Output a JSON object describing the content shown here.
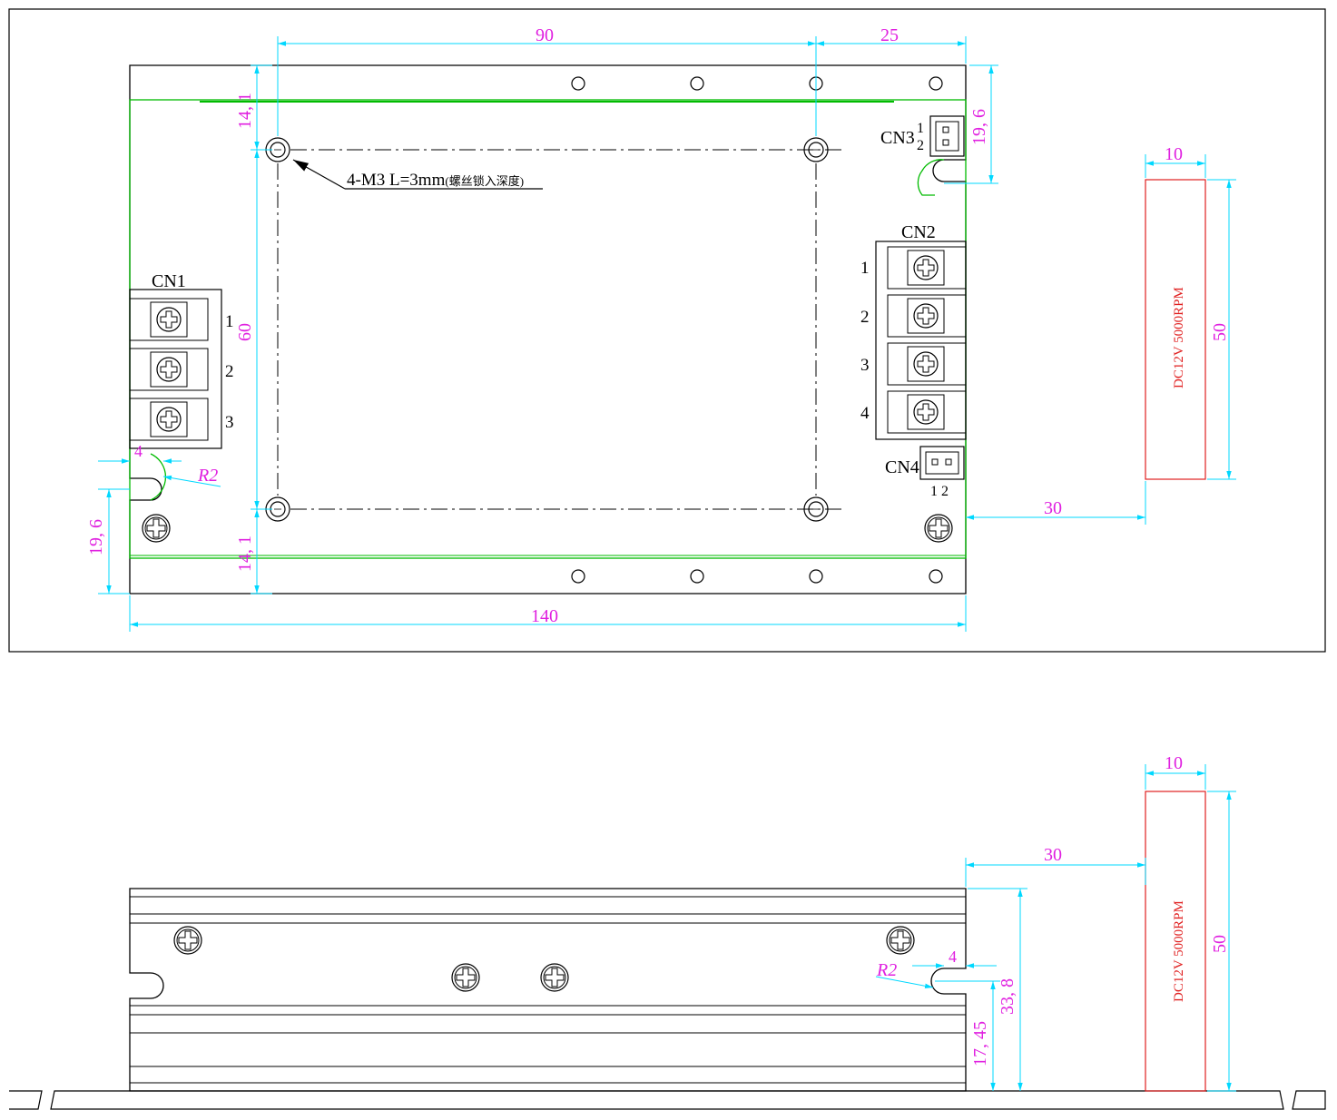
{
  "colors": {
    "outline": "#000000",
    "dimension_line": "#00d8ff",
    "dimension_text": "#e020e0",
    "pcb_edge": "#00bb00",
    "fan": "#e02020"
  },
  "top_view": {
    "dims": {
      "hole_spacing_x": "90",
      "right_offset": "25",
      "top_margin": "14, 1",
      "bottom_margin": "14, 1",
      "hole_spacing_y": "60",
      "overall_length": "140",
      "slot_width": "4",
      "slot_radius": "R2",
      "slot_height": "19, 6",
      "cn3_offset": "19, 6",
      "fan_gap": "30",
      "fan_thickness": "10",
      "fan_size": "50"
    },
    "mounting_note": {
      "main": "4-M3  L=3mm",
      "sub": "(螺丝锁入深度)"
    },
    "cn1": {
      "label": "CN1",
      "pins": [
        "1",
        "2",
        "3"
      ]
    },
    "cn2": {
      "label": "CN2",
      "pins": [
        "1",
        "2",
        "3",
        "4"
      ]
    },
    "cn3": {
      "label": "CN3",
      "pin_a": "1",
      "pin_b": "2"
    },
    "cn4": {
      "label": "CN4",
      "pins_text": "1 2"
    },
    "fan_label": "DC12V  5000RPM"
  },
  "side_view": {
    "dims": {
      "fan_gap": "30",
      "fan_thickness": "10",
      "fan_size": "50",
      "slot_width": "4",
      "slot_radius": "R2",
      "height": "33, 8",
      "slot_center_height": "17, 45"
    },
    "fan_label": "DC12V  5000RPM"
  }
}
